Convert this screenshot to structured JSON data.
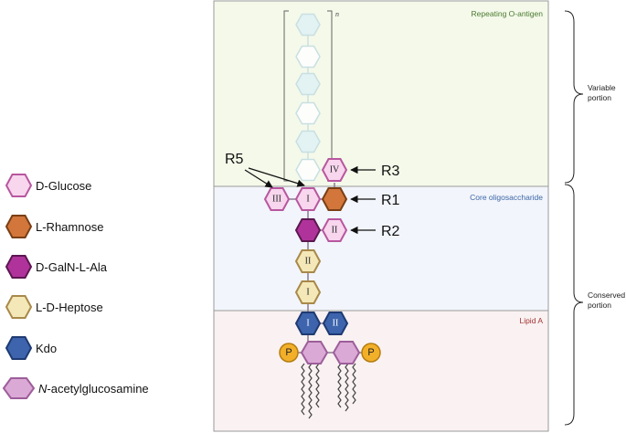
{
  "legend": [
    {
      "label": "D-Glucose",
      "fill": "#f7d6ee",
      "stroke": "#b8579f"
    },
    {
      "label": "L-Rhamnose",
      "fill": "#d2763c",
      "stroke": "#7a3e14"
    },
    {
      "label": "D-GalN-L-Ala",
      "fill": "#b0339b",
      "stroke": "#5c1750"
    },
    {
      "label": "L-D-Heptose",
      "fill": "#f4e8b8",
      "stroke": "#a8894a"
    },
    {
      "label": "Kdo",
      "fill": "#3d64ad",
      "stroke": "#1f3a72"
    },
    {
      "label_prefix": "N",
      "label_suffix": "-acetylglucosamine",
      "fill": "#dba9d6",
      "stroke": "#9d5e9a"
    }
  ],
  "regions": {
    "o_antigen": {
      "label": "Repeating O-antigen",
      "color": "#4a7a2e",
      "bg": "#f4f9ea"
    },
    "core": {
      "label": "Core oligosaccharide",
      "color": "#3c66a8",
      "bg": "#f2f5fb"
    },
    "lipid": {
      "label": "Lipid A",
      "color": "#a33434",
      "bg": "#f9f1f2"
    }
  },
  "repeat_subscript": "n",
  "roman": {
    "I": "I",
    "II": "II",
    "III": "III",
    "IV": "IV"
  },
  "r_labels": {
    "r1": "R1",
    "r2": "R2",
    "r3": "R3",
    "r5": "R5"
  },
  "phosphate": "P",
  "side": {
    "variable": [
      "Variable",
      "portion"
    ],
    "conserved": [
      "Conserved",
      "portion"
    ]
  }
}
